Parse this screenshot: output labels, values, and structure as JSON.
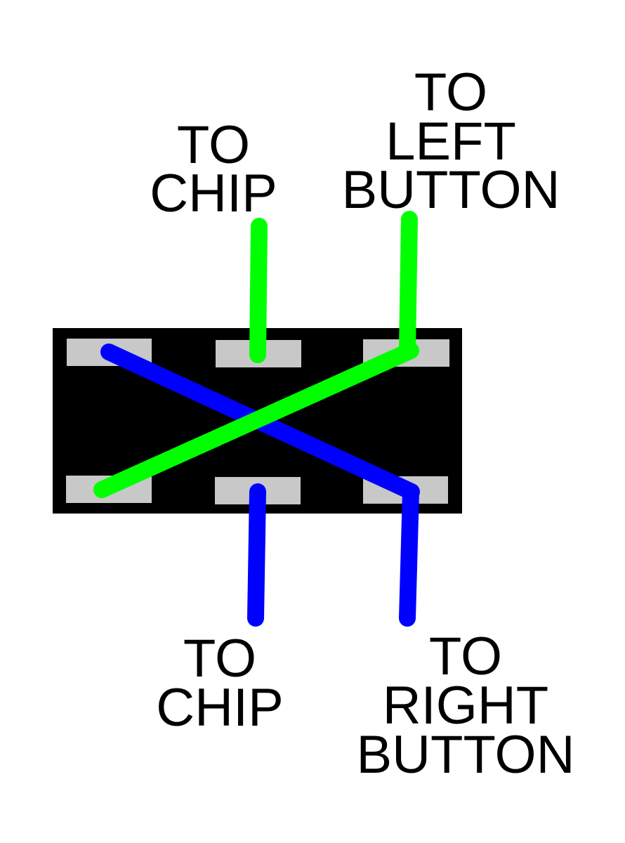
{
  "labels": {
    "top_left": [
      "TO",
      "CHIP"
    ],
    "top_right": [
      "TO",
      "LEFT",
      "BUTTON"
    ],
    "bottom_left": [
      "TO",
      "CHIP"
    ],
    "bottom_right": [
      "TO",
      "RIGHT",
      "BUTTON"
    ]
  },
  "colors": {
    "switch_body": "#000000",
    "pad": "#c8c8c8",
    "green_wire": "#00ff00",
    "blue_wire": "#0000ff"
  }
}
